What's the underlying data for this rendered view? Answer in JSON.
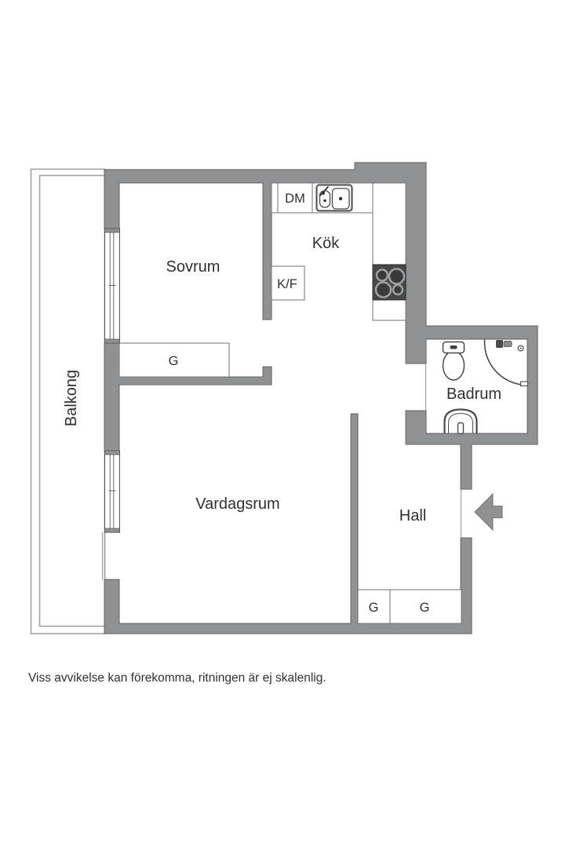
{
  "page": {
    "type": "floor-plan",
    "disclaimer": "Viss avvikelse kan förekomma, ritningen är ej skalenlig."
  },
  "rooms": {
    "balcony": "Balkong",
    "bedroom": "Sovrum",
    "kitchen": "Kök",
    "living_room": "Vardagsrum",
    "hall": "Hall",
    "bathroom": "Badrum"
  },
  "labels": {
    "dishwasher": "DM",
    "fridge_freezer": "K/F",
    "wardrobe_bedroom": "G",
    "wardrobe_hall_left": "G",
    "wardrobe_hall_right": "G"
  },
  "icons": {
    "kitchen_sink": "kitchen-sink-icon",
    "stove": "stove-icon",
    "toilet": "toilet-icon",
    "shower": "shower-icon",
    "washbasin": "washbasin-icon",
    "entrance_arrow": "entrance-arrow-icon",
    "window": "window-icon"
  },
  "colors": {
    "wall_fill": "#8f9193",
    "wall_outline": "#606264",
    "counter_line": "#6f7173",
    "fixture_line": "#4a4a4a",
    "balcony_line": "#a4a6a8",
    "stove_fill": "#474747",
    "burner_ring": "#9c9ea0",
    "text": "#303030",
    "background": "#ffffff"
  }
}
